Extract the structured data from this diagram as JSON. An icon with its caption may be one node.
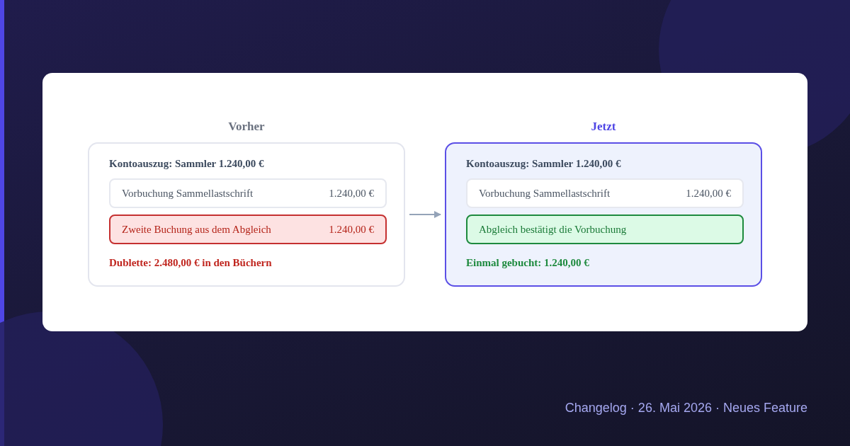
{
  "diagram": {
    "nodes": [
      {
        "text": [
          "Vorher",
          "Kontoauszug: Sammler 1.240,00 €",
          "Dublette: 2.480,00 € in den Büchern"
        ]
      },
      {
        "text": [
          "Vorbuchung Sammellastschrift",
          "1.240,00 €"
        ],
        "in": 0
      },
      {
        "text": [
          "Zweite Buchung aus dem Abgleich",
          "1.240,00 €"
        ],
        "in": 0
      },
      {
        "text": [
          "Jetzt",
          "Kontoauszug: Sammler 1.240,00 €",
          "Einmal gebucht: 1.240,00 €"
        ]
      },
      {
        "text": [
          "Vorbuchung Sammellastschrift",
          "1.240,00 €"
        ],
        "in": 3
      },
      {
        "text": [
          "Abgleich bestätigt die Vorbuchung"
        ],
        "in": 3
      }
    ],
    "edges": [
      {
        "from": 0,
        "to": 3,
        "arrow": "to"
      }
    ],
    "labels": [
      "Changelog · 26. Mai 2026 · Neues Feature"
    ]
  }
}
